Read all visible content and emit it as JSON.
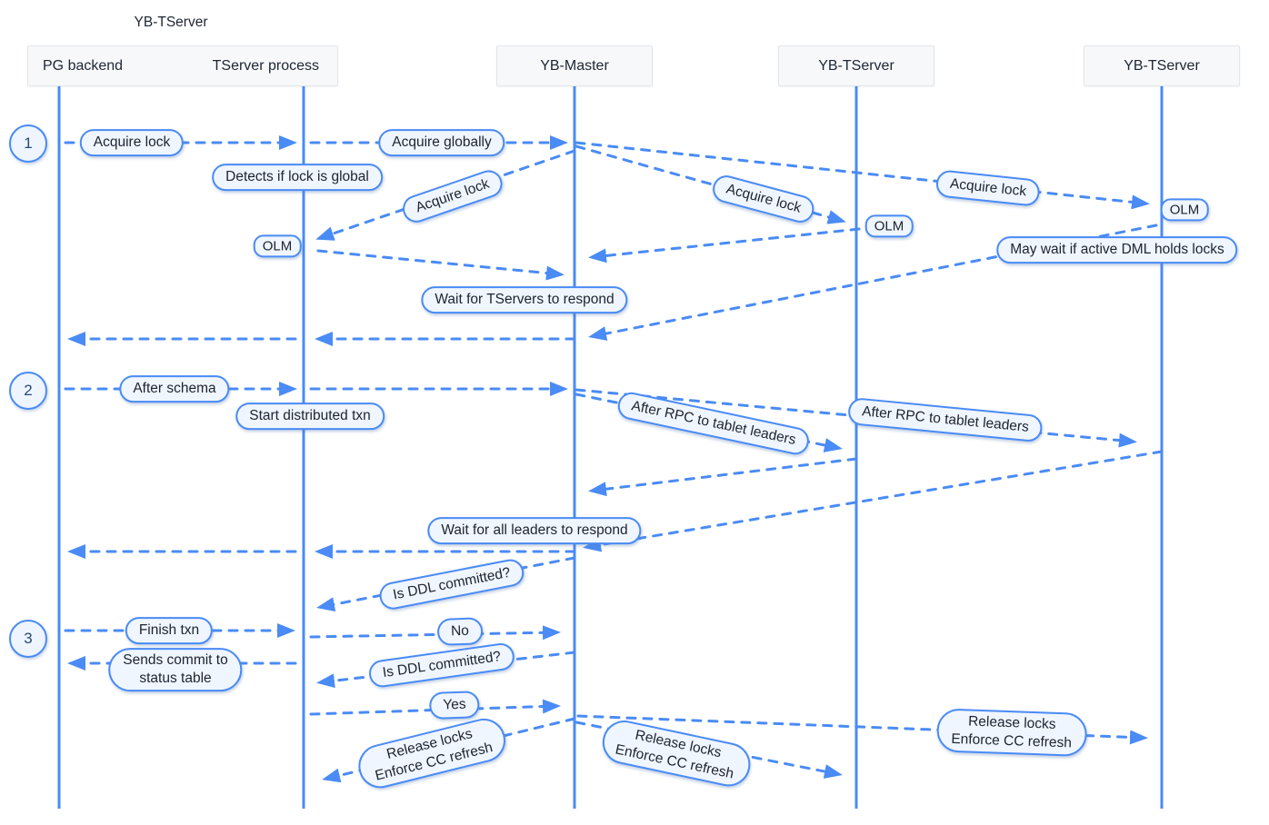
{
  "diagram": {
    "group_title": "YB-TServer",
    "participants": [
      {
        "label": "PG backend"
      },
      {
        "label": "TServer process"
      },
      {
        "label": "YB-Master"
      },
      {
        "label": "YB-TServer"
      },
      {
        "label": "YB-TServer"
      }
    ],
    "steps": [
      {
        "n": "1"
      },
      {
        "n": "2"
      },
      {
        "n": "3"
      }
    ],
    "labels": [
      {
        "text": "Acquire lock"
      },
      {
        "text": "Acquire globally"
      },
      {
        "text": "Detects if lock is global"
      },
      {
        "text": "Acquire lock"
      },
      {
        "text": "OLM"
      },
      {
        "text": "Acquire lock"
      },
      {
        "text": "OLM"
      },
      {
        "text": "Acquire lock"
      },
      {
        "text": "OLM"
      },
      {
        "text": "May wait if active DML holds locks"
      },
      {
        "text": "Wait for TServers to respond"
      },
      {
        "text": "After schema"
      },
      {
        "text": "Start distributed txn"
      },
      {
        "text": "After RPC to tablet leaders"
      },
      {
        "text": "After RPC to tablet leaders"
      },
      {
        "text": "Wait for all leaders to respond"
      },
      {
        "text": "Is DDL committed?"
      },
      {
        "text": "Finish txn"
      },
      {
        "text": "No"
      },
      {
        "text": "Sends commit to\nstatus table"
      },
      {
        "text": "Is DDL committed?"
      },
      {
        "text": "Yes"
      },
      {
        "text": "Release locks\nEnforce CC refresh"
      },
      {
        "text": "Release locks\nEnforce CC refresh"
      },
      {
        "text": "Release locks\nEnforce CC refresh"
      }
    ]
  },
  "colors": {
    "accent": "#4a8bf5",
    "pill_fill": "#f0f6ff",
    "pill_text": "#1c2430",
    "header_fill": "#f7f8fa",
    "header_border": "#e2e5ea",
    "step_text": "#274b77"
  }
}
